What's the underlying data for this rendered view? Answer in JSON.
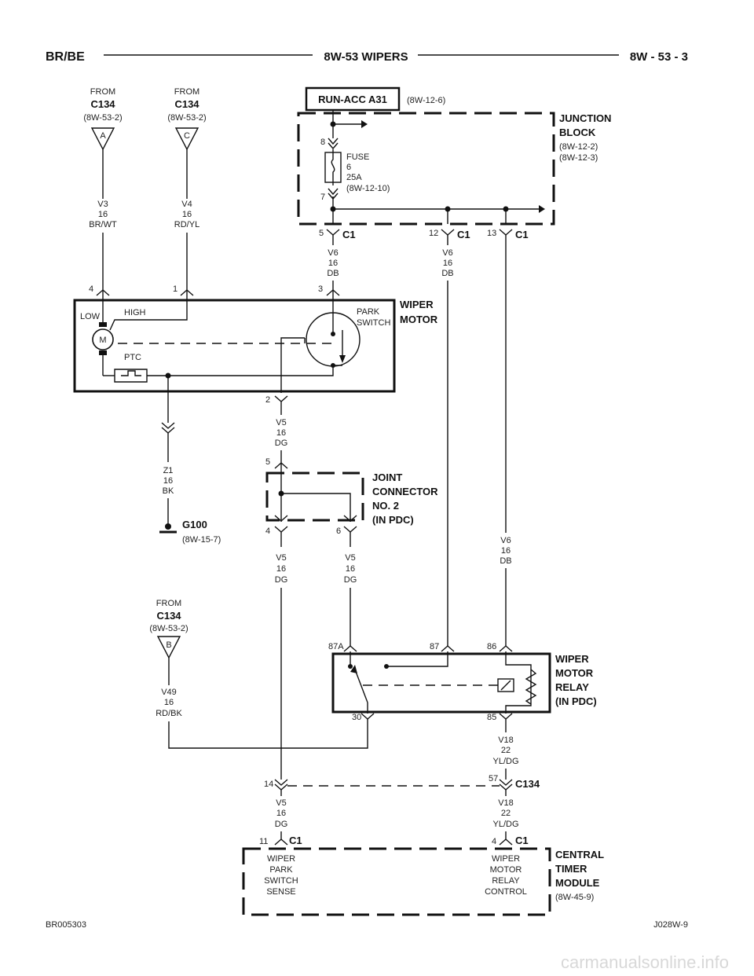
{
  "header": {
    "left": "BR/BE",
    "center": "8W-53 WIPERS",
    "right": "8W - 53 - 3"
  },
  "footer": {
    "left": "BR005303",
    "right": "J028W-9",
    "watermark": "carmanualsonline.info"
  },
  "from_a": {
    "from": "FROM",
    "conn": "C134",
    "ref": "(8W-53-2)",
    "pin": "A",
    "wire": [
      "V3",
      "16",
      "BR/WT"
    ]
  },
  "from_c": {
    "from": "FROM",
    "conn": "C134",
    "ref": "(8W-53-2)",
    "pin": "C",
    "wire": [
      "V4",
      "16",
      "RD/YL"
    ]
  },
  "from_b": {
    "from": "FROM",
    "conn": "C134",
    "ref": "(8W-53-2)",
    "pin": "B",
    "wire": [
      "V49",
      "16",
      "RD/BK"
    ]
  },
  "run_acc": {
    "label": "RUN-ACC A31",
    "ref": "(8W-12-6)"
  },
  "junction_block": {
    "name": [
      "JUNCTION",
      "BLOCK"
    ],
    "refs": [
      "(8W-12-2)",
      "(8W-12-3)"
    ],
    "fuse": [
      "FUSE",
      "6",
      "25A",
      "(8W-12-10)"
    ],
    "pin_top": "8",
    "pin_bottom": "7",
    "outputs": [
      {
        "pin": "5",
        "conn": "C1"
      },
      {
        "pin": "12",
        "conn": "C1"
      },
      {
        "pin": "13",
        "conn": "C1"
      }
    ]
  },
  "wires": {
    "v6_a": [
      "V6",
      "16",
      "DB"
    ],
    "v6_b": [
      "V6",
      "16",
      "DB"
    ],
    "v6_c": [
      "V6",
      "16",
      "DB"
    ],
    "v5_a": [
      "V5",
      "16",
      "DG"
    ],
    "v5_b": [
      "V5",
      "16",
      "DG"
    ],
    "v5_c": [
      "V5",
      "16",
      "DG"
    ],
    "v5_d": [
      "V5",
      "16",
      "DG"
    ],
    "z1": [
      "Z1",
      "16",
      "BK"
    ],
    "v18_a": [
      "V18",
      "22",
      "YL/DG"
    ],
    "v18_b": [
      "V18",
      "22",
      "YL/DG"
    ]
  },
  "wiper_motor": {
    "name": [
      "WIPER",
      "MOTOR"
    ],
    "pins": [
      "4",
      "1",
      "3",
      "2"
    ],
    "low": "LOW",
    "high": "HIGH",
    "m": "M",
    "ptc": "PTC",
    "park": [
      "PARK",
      "SWITCH"
    ]
  },
  "ground": {
    "name": "G100",
    "ref": "(8W-15-7)"
  },
  "joint_connector": {
    "name": [
      "JOINT",
      "CONNECTOR",
      "NO. 2",
      "(IN PDC)"
    ],
    "pin_in": "5",
    "pins_out": [
      "4",
      "6"
    ]
  },
  "relay": {
    "name": [
      "WIPER",
      "MOTOR",
      "RELAY",
      "(IN PDC)"
    ],
    "pins_top": [
      "87A",
      "87",
      "86"
    ],
    "pins_bottom": [
      "30",
      "85"
    ]
  },
  "c134": {
    "conn": "C134",
    "pin_left": "14",
    "pin_right": "57"
  },
  "ctm": {
    "name": [
      "CENTRAL",
      "TIMER",
      "MODULE"
    ],
    "ref": "(8W-45-9)",
    "pin_left": "11",
    "pin_right": "4",
    "conn": "C1",
    "in_left": [
      "WIPER",
      "PARK",
      "SWITCH",
      "SENSE"
    ],
    "in_right": [
      "WIPER",
      "MOTOR",
      "RELAY",
      "CONTROL"
    ]
  }
}
